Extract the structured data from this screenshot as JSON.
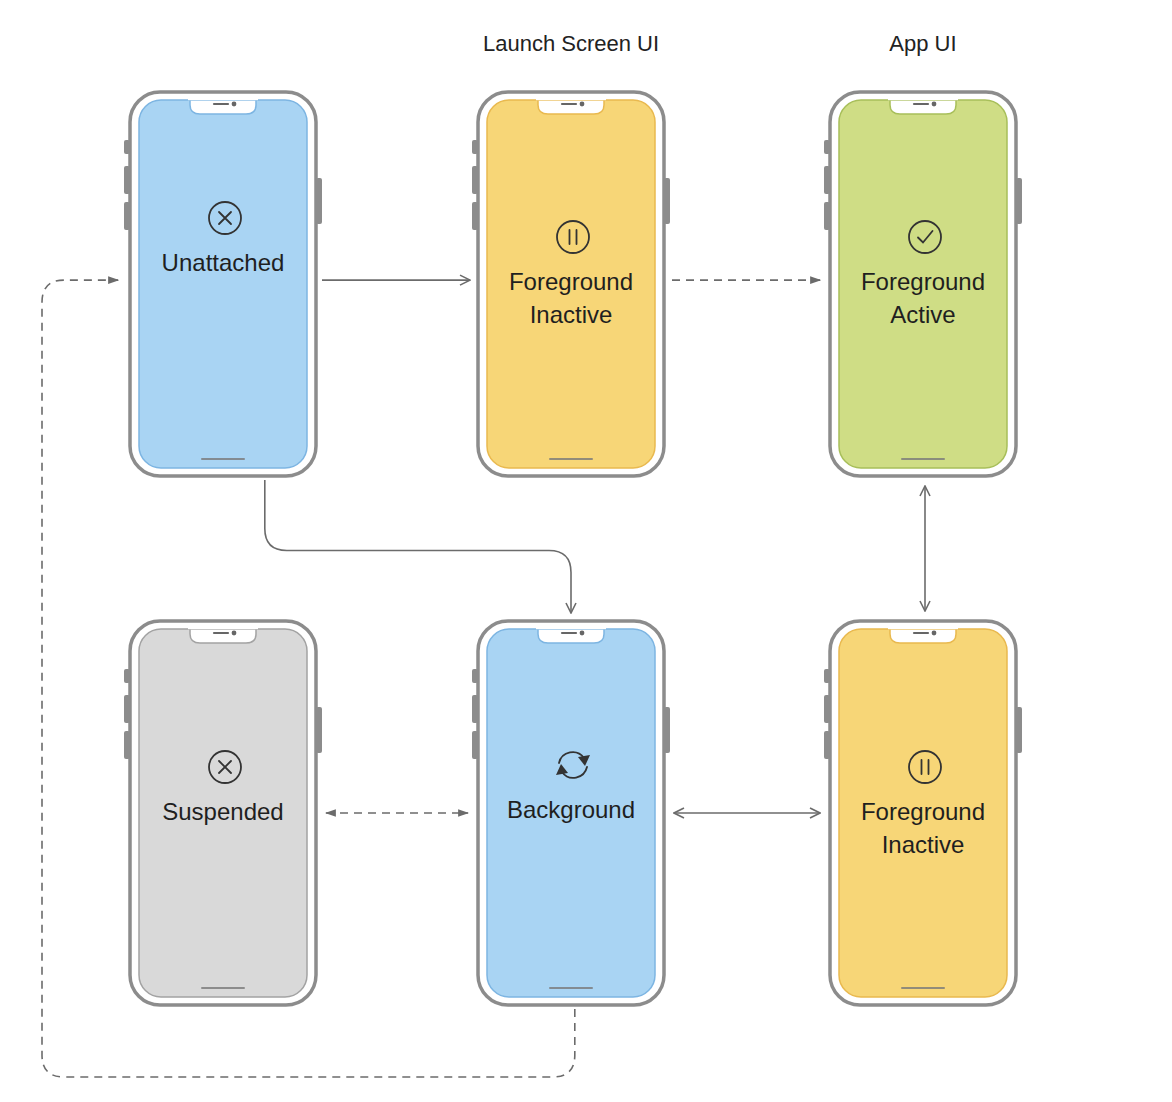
{
  "diagram": {
    "nodes": [
      {
        "text": [
          "Unattached"
        ]
      },
      {
        "text": [
          "Launch Screen UI",
          "Foreground Inactive"
        ]
      },
      {
        "text": [
          "App UI",
          "Foreground Active"
        ]
      },
      {
        "text": [
          "Suspended"
        ]
      },
      {
        "text": [
          "Background"
        ]
      },
      {
        "text": [
          "Foreground Inactive"
        ]
      }
    ],
    "edges": [
      {
        "from": 0,
        "to": 1,
        "arrow": "to"
      },
      {
        "from": 1,
        "to": 2,
        "arrow": "to"
      },
      {
        "from": 2,
        "to": 5,
        "arrow": "both"
      },
      {
        "from": 0,
        "to": 4,
        "arrow": "to"
      },
      {
        "from": 3,
        "to": 4,
        "arrow": "both"
      },
      {
        "from": 4,
        "to": 5,
        "arrow": "both"
      },
      {
        "from": 4,
        "to": 0,
        "arrow": "to"
      }
    ]
  }
}
